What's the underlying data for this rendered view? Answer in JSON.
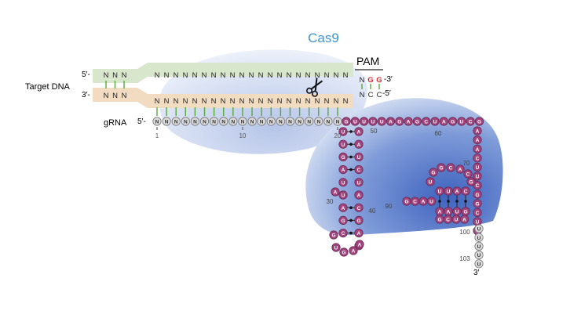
{
  "title": "Cas9",
  "target_dna_label": "Target DNA",
  "pam_label": "PAM",
  "grna_label": "gRNA",
  "strand_top": {
    "left_end": "5′-",
    "right_end": "-3′",
    "flank_left": [
      "N",
      "N",
      "N"
    ],
    "target": [
      "N",
      "N",
      "N",
      "N",
      "N",
      "N",
      "N",
      "N",
      "N",
      "N",
      "N",
      "N",
      "N",
      "N",
      "N",
      "N",
      "N",
      "N",
      "N",
      "N",
      "N"
    ],
    "pam": [
      "N",
      "G",
      "G"
    ]
  },
  "strand_bottom": {
    "left_end": "3′-",
    "right_end": "-5′",
    "flank_left": [
      "N",
      "N",
      "N"
    ],
    "target": [
      "N",
      "N",
      "N",
      "N",
      "N",
      "N",
      "N",
      "N",
      "N",
      "N",
      "N",
      "N",
      "N",
      "N",
      "N",
      "N",
      "N",
      "N",
      "N",
      "N",
      "N"
    ],
    "pam": [
      "N",
      "C",
      "C"
    ]
  },
  "grna": {
    "left_end": "5′-",
    "right_end": "3′",
    "spacer": [
      "N",
      "N",
      "N",
      "N",
      "N",
      "N",
      "N",
      "N",
      "N",
      "N",
      "N",
      "N",
      "N",
      "N",
      "N",
      "N",
      "N",
      "N",
      "N",
      "N"
    ],
    "spacer_ticks": [
      "1",
      "10",
      "20"
    ],
    "top_row": [
      "G",
      "U",
      "U",
      "U",
      "U",
      "A",
      "G",
      "A",
      "G",
      "C",
      "U",
      "A",
      "G",
      "U",
      "C",
      "G"
    ],
    "stem_left": [
      "U",
      "U",
      "G",
      "A",
      "U",
      "U",
      "A",
      "G",
      "C"
    ],
    "stem_right": [
      "A",
      "A",
      "U",
      "C",
      "U",
      "A",
      "C",
      "G",
      "A",
      "A"
    ],
    "loop": [
      "A",
      "G",
      "U",
      "G",
      "A",
      "A"
    ],
    "right_col": [
      "A",
      "A",
      "A",
      "C",
      "U",
      "U",
      "C",
      "G",
      "G",
      "C",
      "U",
      "G"
    ],
    "mid_loop": [
      "U",
      "G",
      "G",
      "C",
      "A",
      "C",
      "G"
    ],
    "mid_stem_a": [
      "U",
      "U",
      "A",
      "C"
    ],
    "mid_stem_b": [
      "A",
      "A",
      "U",
      "G"
    ],
    "tail": [
      "U",
      "U",
      "U",
      "U",
      "U"
    ],
    "number_labels": [
      "50",
      "60",
      "70",
      "30",
      "40",
      "90",
      "100",
      "103"
    ]
  },
  "colors": {
    "title": "#3f96d2",
    "protein_light": "#dbe6f5",
    "protein_dark": "#4d73c8",
    "dna_top_band": "#d8e6cc",
    "dna_bottom_band": "#f1dcc1",
    "pair_tick": "#57a83b",
    "pam_red": "#d8262c",
    "nt_fill": "#a2457f",
    "nt_stroke": "#6a2a53",
    "spacer_fill": "#d9d9d9"
  }
}
